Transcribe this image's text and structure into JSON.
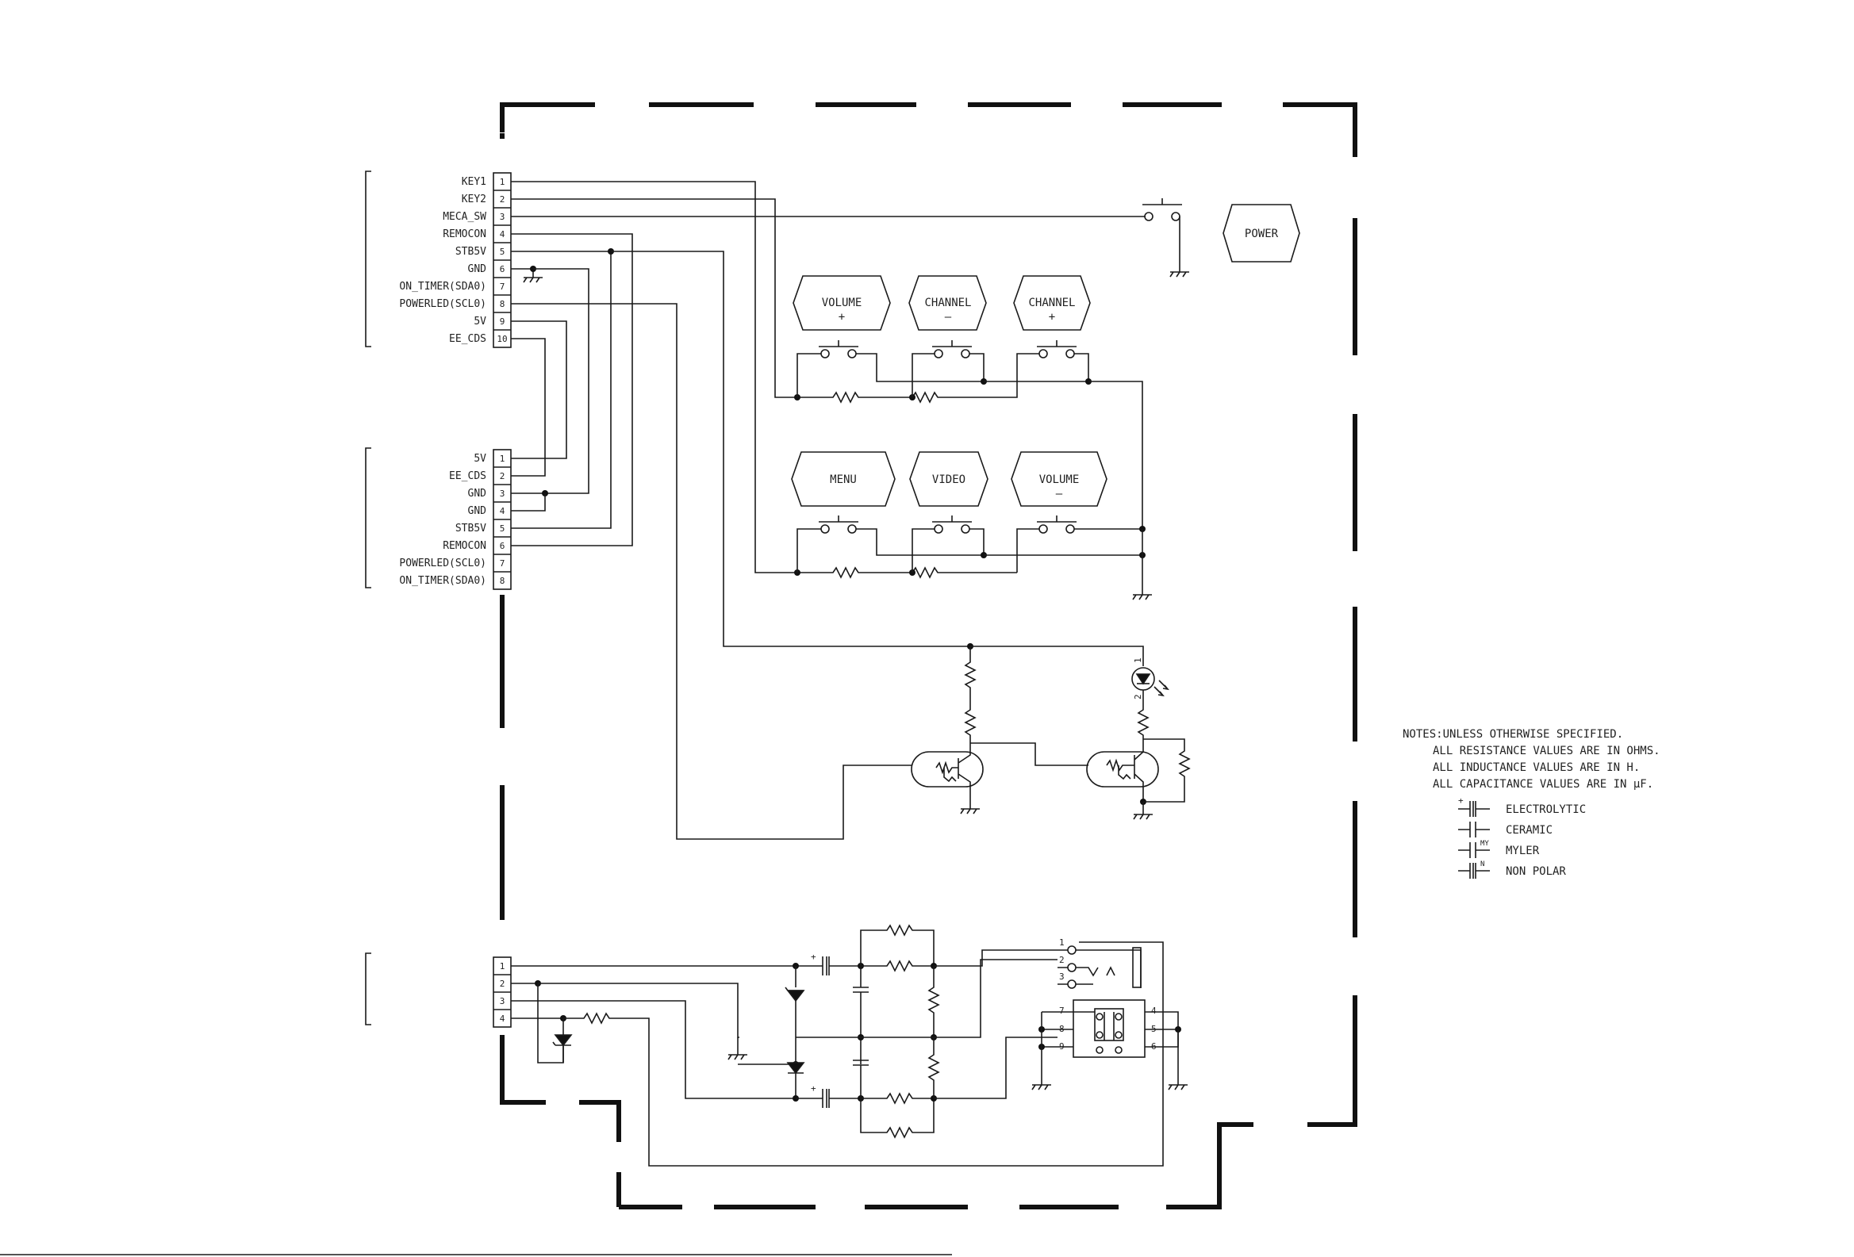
{
  "connector_top": {
    "pins": [
      {
        "num": "1",
        "label": "KEY1"
      },
      {
        "num": "2",
        "label": "KEY2"
      },
      {
        "num": "3",
        "label": "MECA_SW"
      },
      {
        "num": "4",
        "label": "REMOCON"
      },
      {
        "num": "5",
        "label": "STB5V"
      },
      {
        "num": "6",
        "label": "GND"
      },
      {
        "num": "7",
        "label": "ON_TIMER(SDA0)"
      },
      {
        "num": "8",
        "label": "POWERLED(SCL0)"
      },
      {
        "num": "9",
        "label": "5V"
      },
      {
        "num": "10",
        "label": "EE_CDS"
      }
    ]
  },
  "connector_mid": {
    "pins": [
      {
        "num": "1",
        "label": "5V"
      },
      {
        "num": "2",
        "label": "EE_CDS"
      },
      {
        "num": "3",
        "label": "GND"
      },
      {
        "num": "4",
        "label": "GND"
      },
      {
        "num": "5",
        "label": "STB5V"
      },
      {
        "num": "6",
        "label": "REMOCON"
      },
      {
        "num": "7",
        "label": "POWERLED(SCL0)"
      },
      {
        "num": "8",
        "label": "ON_TIMER(SDA0)"
      }
    ]
  },
  "connector_bottom": {
    "pins": [
      "1",
      "2",
      "3",
      "4"
    ]
  },
  "buttons": {
    "power": "POWER",
    "volume_up": {
      "line1": "VOLUME",
      "line2": "+"
    },
    "channel_down": {
      "line1": "CHANNEL",
      "line2": "—"
    },
    "channel_up": {
      "line1": "CHANNEL",
      "line2": "+"
    },
    "menu": "MENU",
    "video": "VIDEO",
    "volume_down": {
      "line1": "VOLUME",
      "line2": "—"
    }
  },
  "led_pins": {
    "p1": "1",
    "p2": "2"
  },
  "jack_pins": [
    "1",
    "2",
    "3",
    "7",
    "8",
    "9",
    "4",
    "5",
    "6"
  ],
  "notes": {
    "line1": "NOTES:UNLESS OTHERWISE SPECIFIED.",
    "line2": "ALL RESISTANCE VALUES ARE IN OHMS.",
    "line3": "ALL INDUCTANCE VALUES ARE IN H.",
    "line4": "ALL CAPACITANCE VALUES ARE IN μF.",
    "legend": [
      {
        "mark": "+",
        "label": "ELECTROLYTIC"
      },
      {
        "mark": "",
        "label": "CERAMIC"
      },
      {
        "mark": "MY",
        "label": "MYLER"
      },
      {
        "mark": "N",
        "label": "NON POLAR"
      }
    ]
  }
}
